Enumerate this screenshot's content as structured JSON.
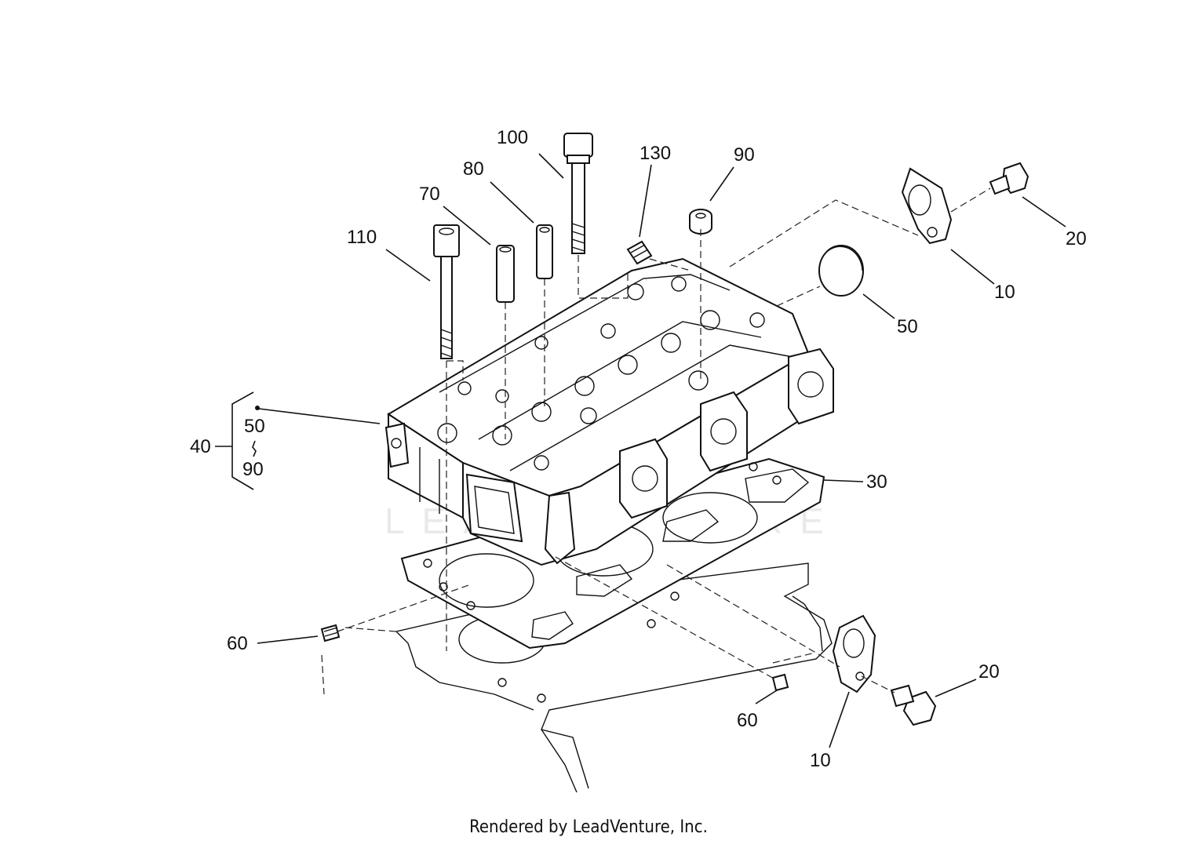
{
  "watermark": "LEADVENTURE",
  "footer": "Rendered by LeadVenture, Inc.",
  "callouts": {
    "c100": "100",
    "c130": "130",
    "c90_top": "90",
    "c80": "80",
    "c70": "70",
    "c110": "110",
    "c20_top": "20",
    "c10_top": "10",
    "c50_right": "50",
    "c40": "40",
    "c50_bracket": "50",
    "c90_bracket": "90",
    "c30": "30",
    "c60_left": "60",
    "c60_bottom": "60",
    "c20_bottom": "20",
    "c10_bottom": "10"
  }
}
